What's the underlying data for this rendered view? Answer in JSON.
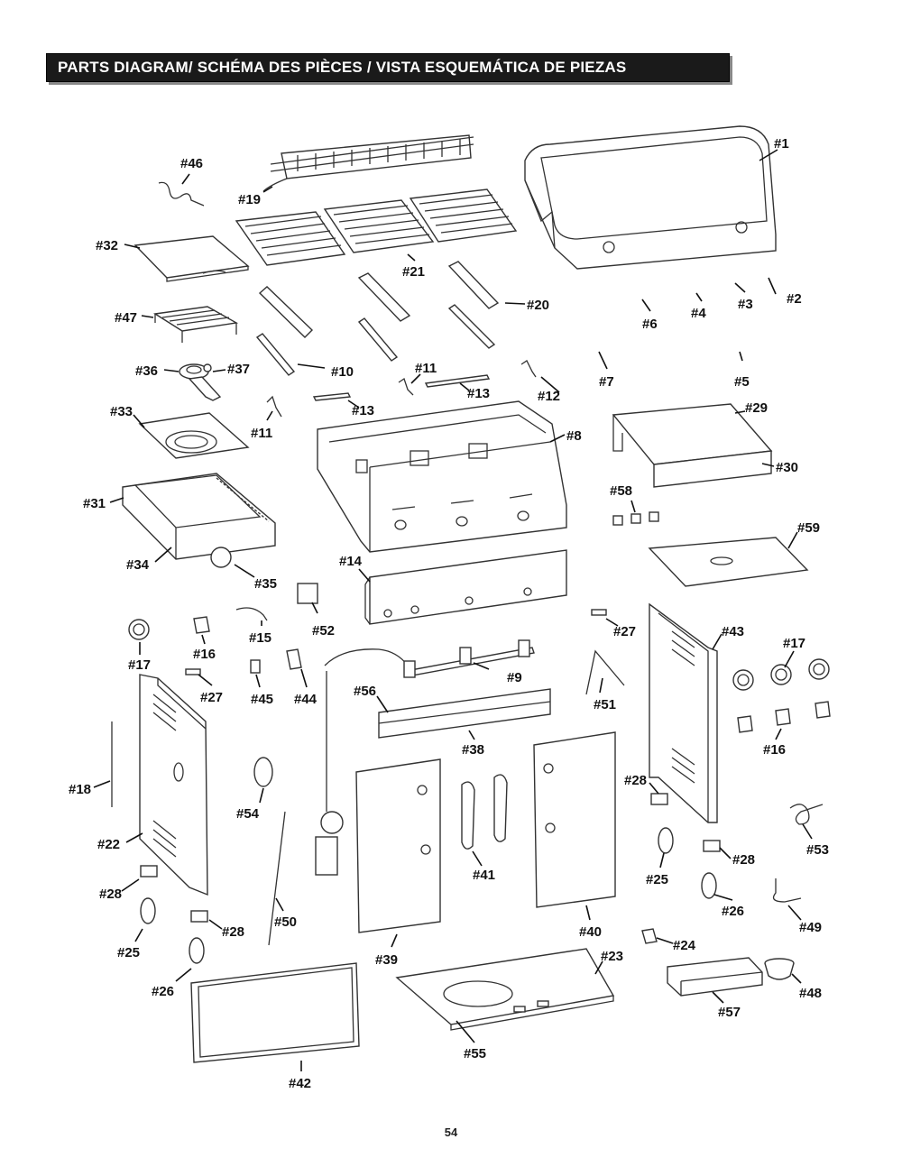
{
  "title": "PARTS DIAGRAM/ SCHÉMA DES PIÈCES / VISTA ESQUEMÁTICA DE PIEZAS",
  "page_number": "54",
  "callouts": {
    "p1": "#1",
    "p2": "#2",
    "p3": "#3",
    "p4": "#4",
    "p5": "#5",
    "p6": "#6",
    "p7": "#7",
    "p8": "#8",
    "p9": "#9",
    "p10": "#10",
    "p11a": "#11",
    "p11b": "#11",
    "p12": "#12",
    "p13a": "#13",
    "p13b": "#13",
    "p14": "#14",
    "p15": "#15",
    "p16a": "#16",
    "p16b": "#16",
    "p17a": "#17",
    "p17b": "#17",
    "p18": "#18",
    "p19": "#19",
    "p20": "#20",
    "p21": "#21",
    "p22": "#22",
    "p23": "#23",
    "p24": "#24",
    "p25a": "#25",
    "p25b": "#25",
    "p26a": "#26",
    "p26b": "#26",
    "p27a": "#27",
    "p27b": "#27",
    "p28a": "#28",
    "p28b": "#28",
    "p28c": "#28",
    "p28d": "#28",
    "p29": "#29",
    "p30": "#30",
    "p31": "#31",
    "p32": "#32",
    "p33": "#33",
    "p34": "#34",
    "p35": "#35",
    "p36": "#36",
    "p37": "#37",
    "p38": "#38",
    "p39": "#39",
    "p40": "#40",
    "p41": "#41",
    "p42": "#42",
    "p43": "#43",
    "p44": "#44",
    "p45": "#45",
    "p46": "#46",
    "p47": "#47",
    "p48": "#48",
    "p49": "#49",
    "p50": "#50",
    "p51": "#51",
    "p52": "#52",
    "p53": "#53",
    "p54": "#54",
    "p55": "#55",
    "p56": "#56",
    "p57": "#57",
    "p58": "#58",
    "p59": "#59"
  }
}
